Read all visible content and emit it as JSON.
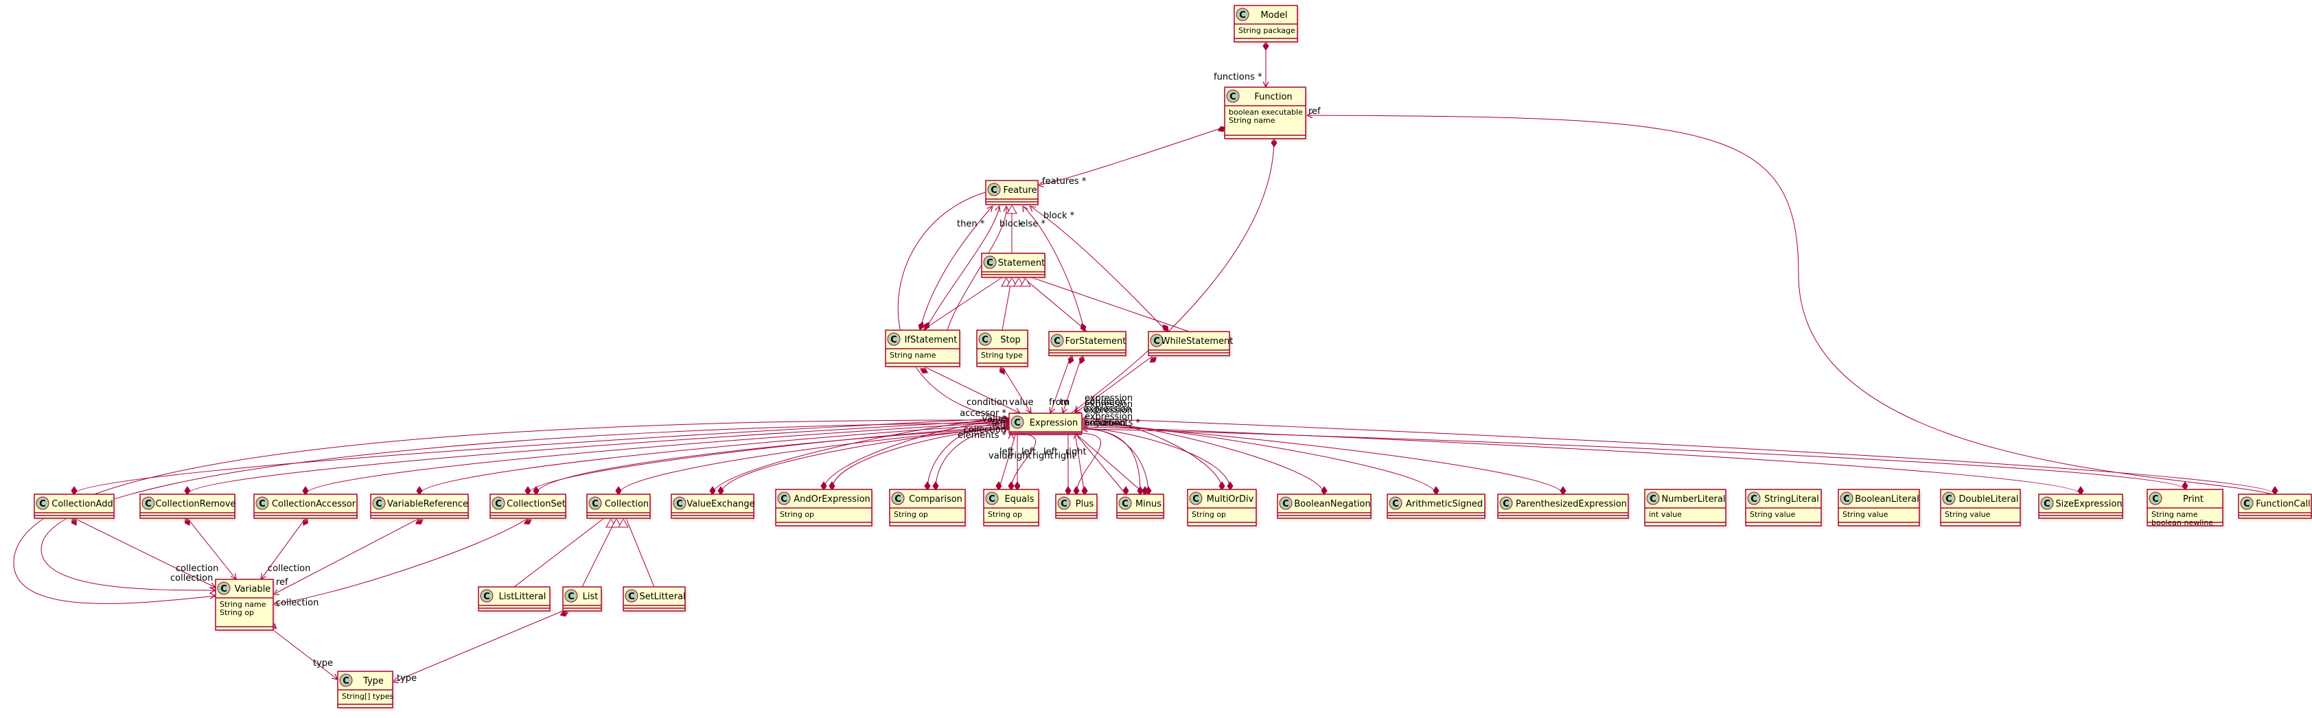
{
  "classes": {
    "Model": {
      "name": "Model",
      "attrs": [
        "String package"
      ]
    },
    "Function": {
      "name": "Function",
      "attrs": [
        "boolean executable",
        "String name"
      ]
    },
    "Feature": {
      "name": "Feature",
      "attrs": []
    },
    "Statement": {
      "name": "Statement",
      "attrs": []
    },
    "IfStatement": {
      "name": "IfStatement",
      "attrs": [
        "String name"
      ]
    },
    "Stop": {
      "name": "Stop",
      "attrs": [
        "String type"
      ]
    },
    "ForStatement": {
      "name": "ForStatement",
      "attrs": []
    },
    "WhileStatement": {
      "name": "WhileStatement",
      "attrs": []
    },
    "Expression": {
      "name": "Expression",
      "attrs": []
    },
    "CollectionAdd": {
      "name": "CollectionAdd",
      "attrs": []
    },
    "CollectionRemove": {
      "name": "CollectionRemove",
      "attrs": []
    },
    "CollectionAccessor": {
      "name": "CollectionAccessor",
      "attrs": []
    },
    "VariableReference": {
      "name": "VariableReference",
      "attrs": []
    },
    "CollectionSet": {
      "name": "CollectionSet",
      "attrs": []
    },
    "Collection": {
      "name": "Collection",
      "attrs": []
    },
    "ValueExchange": {
      "name": "ValueExchange",
      "attrs": []
    },
    "AndOrExpression": {
      "name": "AndOrExpression",
      "attrs": [
        "String op"
      ]
    },
    "Comparison": {
      "name": "Comparison",
      "attrs": [
        "String op"
      ]
    },
    "Equals": {
      "name": "Equals",
      "attrs": [
        "String op"
      ]
    },
    "Plus": {
      "name": "Plus",
      "attrs": []
    },
    "Minus": {
      "name": "Minus",
      "attrs": []
    },
    "MultiOrDiv": {
      "name": "MultiOrDiv",
      "attrs": [
        "String op"
      ]
    },
    "BooleanNegation": {
      "name": "BooleanNegation",
      "attrs": []
    },
    "ArithmeticSigned": {
      "name": "ArithmeticSigned",
      "attrs": []
    },
    "ParenthesizedExpression": {
      "name": "ParenthesizedExpression",
      "attrs": []
    },
    "NumberLiteral": {
      "name": "NumberLiteral",
      "attrs": [
        "int value"
      ]
    },
    "StringLiteral": {
      "name": "StringLiteral",
      "attrs": [
        "String value"
      ]
    },
    "BooleanLiteral": {
      "name": "BooleanLiteral",
      "attrs": [
        "String value"
      ]
    },
    "DoubleLiteral": {
      "name": "DoubleLiteral",
      "attrs": [
        "String value"
      ]
    },
    "SizeExpression": {
      "name": "SizeExpression",
      "attrs": []
    },
    "Print": {
      "name": "Print",
      "attrs": [
        "String name",
        "boolean newline"
      ]
    },
    "FunctionCall": {
      "name": "FunctionCall",
      "attrs": []
    },
    "Variable": {
      "name": "Variable",
      "attrs": [
        "String name",
        "String op"
      ]
    },
    "ListLitteral": {
      "name": "ListLitteral",
      "attrs": []
    },
    "List": {
      "name": "List",
      "attrs": []
    },
    "SetLitteral": {
      "name": "SetLitteral",
      "attrs": []
    },
    "Type": {
      "name": "Type",
      "attrs": [
        "String[] types"
      ]
    }
  },
  "role_labels": {
    "functions": "functions *",
    "ref_function": "ref",
    "features": "features *",
    "then": "then *",
    "block_if": "block",
    "else": "else *",
    "block_loop": "block *",
    "condition_if": "condition",
    "value": "value",
    "from": "from",
    "to": "to",
    "condition_while": "condition",
    "accessor": "accessor *",
    "expression": "expression",
    "arguments": "arguments *",
    "collection_add": "collection",
    "collection_remove": "collection",
    "collection_accessor": "collection",
    "ref_variable": "ref",
    "collection_set": "collection",
    "type_variable": "type",
    "type_list": "type",
    "exp_left_labels": [
      "value",
      "left",
      "collection",
      "elements *"
    ],
    "exp_bottom_labels": [
      "value",
      "left",
      "right",
      "left",
      "right",
      "left",
      "right",
      "right"
    ],
    "exp_right_labels": [
      "expression",
      "expression",
      "expression",
      "expression",
      "condition"
    ]
  }
}
